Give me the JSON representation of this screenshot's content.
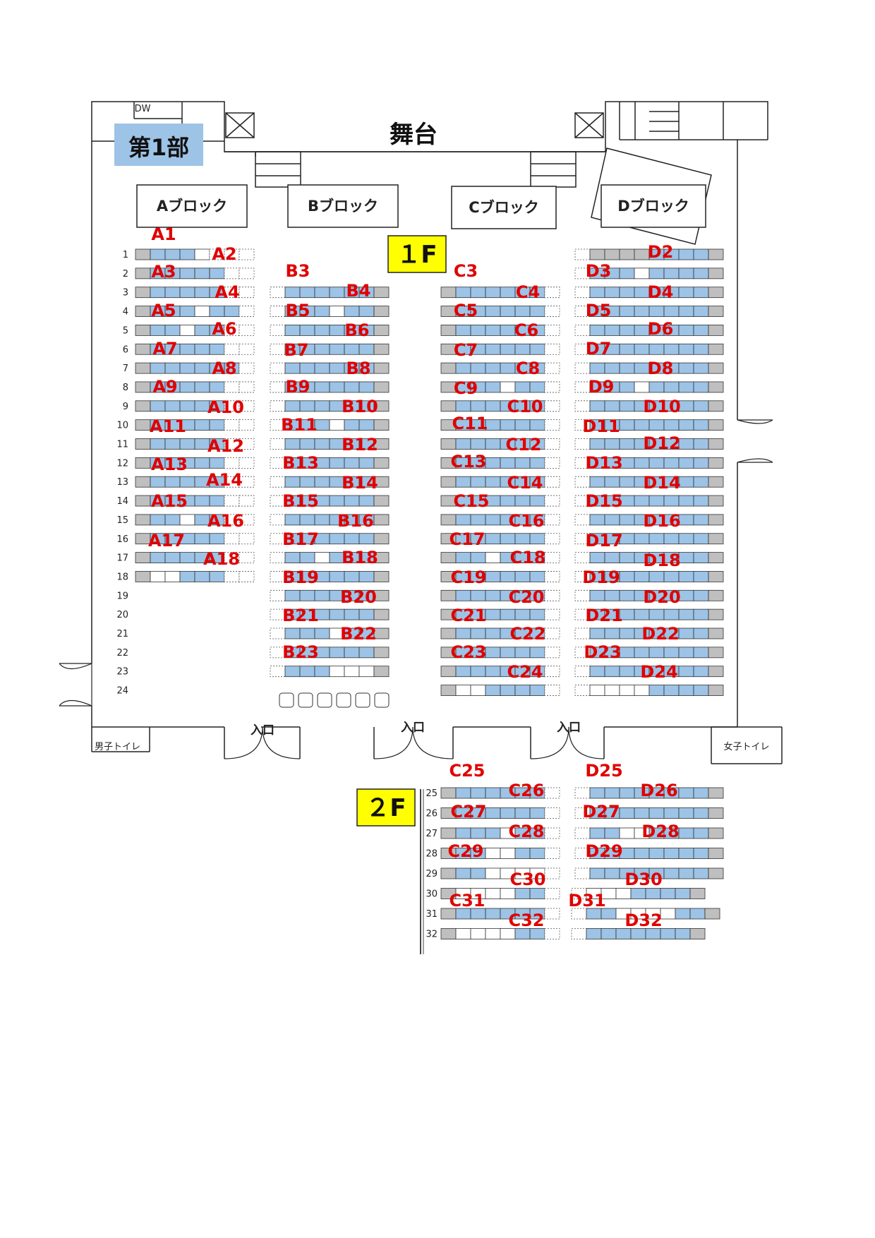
{
  "header": {
    "part_label": "第1部",
    "stage_label": "舞台",
    "dw_label": "DW",
    "floor1_label": "１F",
    "floor2_label": "２F",
    "entrance_label": "入口",
    "toilet_men": "男子トイレ",
    "toilet_women": "女子トイレ"
  },
  "blocks": [
    "Aブロック",
    "Bブロック",
    "Cブロック",
    "Dブロック"
  ],
  "row_numbers_1f": [
    "1",
    "2",
    "3",
    "4",
    "5",
    "6",
    "7",
    "8",
    "9",
    "10",
    "11",
    "12",
    "13",
    "14",
    "15",
    "16",
    "17",
    "18",
    "19",
    "20",
    "21",
    "22",
    "23",
    "24"
  ],
  "row_numbers_2f": [
    "25",
    "26",
    "27",
    "28",
    "29",
    "30",
    "31",
    "32"
  ],
  "seat_labels": {
    "A": [
      "A1",
      "A2",
      "A3",
      "A4",
      "A5",
      "A6",
      "A7",
      "A8",
      "A9",
      "A10",
      "A11",
      "A12",
      "A13",
      "A14",
      "A15",
      "A16",
      "A17",
      "A18"
    ],
    "B": [
      "B3",
      "B4",
      "B5",
      "B6",
      "B7",
      "B8",
      "B9",
      "B10",
      "B11",
      "B12",
      "B13",
      "B14",
      "B15",
      "B16",
      "B17",
      "B18",
      "B19",
      "B20",
      "B21",
      "B22",
      "B23"
    ],
    "C": [
      "C3",
      "C4",
      "C5",
      "C6",
      "C7",
      "C8",
      "C9",
      "C10",
      "C11",
      "C12",
      "C13",
      "C14",
      "C15",
      "C16",
      "C17",
      "C18",
      "C19",
      "C20",
      "C21",
      "C22",
      "C23",
      "C24"
    ],
    "D": [
      "D2",
      "D3",
      "D4",
      "D5",
      "D6",
      "D7",
      "D8",
      "D9",
      "D10",
      "D11",
      "D12",
      "D13",
      "D14",
      "D15",
      "D16",
      "D17",
      "D18",
      "D19",
      "D20",
      "D21",
      "D22",
      "D23",
      "D24"
    ],
    "C2F": [
      "C25",
      "C26",
      "C27",
      "C28",
      "C29",
      "C30",
      "C31",
      "C32"
    ],
    "D2F": [
      "D25",
      "D26",
      "D27",
      "D28",
      "D29",
      "D30",
      "D31",
      "D32"
    ]
  },
  "colors": {
    "reserved": "#9dc3e6",
    "aisle_end": "#bfbfbf",
    "free": "#ffffff",
    "label": "#e00000",
    "part_bg": "#9dc3e6",
    "floor_bg": "#ffff00"
  }
}
